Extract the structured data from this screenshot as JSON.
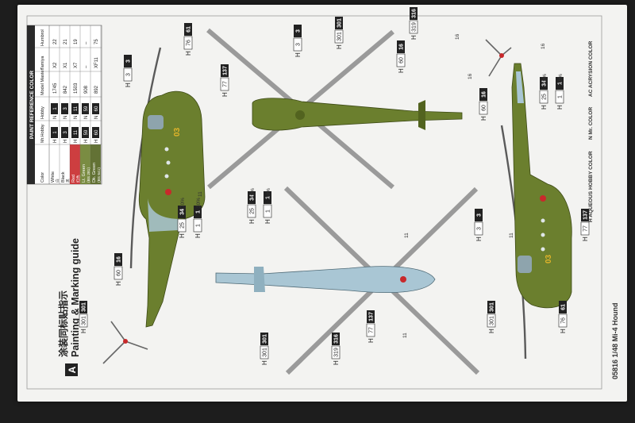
{
  "sheet_letter": "A",
  "title_cn": "涂装同标贴指示",
  "title_en": "Painting & Marking guide",
  "code_line": "05816 1/48  Mi-4 Hound",
  "legend": {
    "h_label": "H",
    "h_text": "AQUEOUS HOBBY COLOR",
    "n_label": "N",
    "n_text": "Mr. COLOR",
    "ac_label": "AC",
    "ac_text": "ACRYSION COLOR"
  },
  "table": {
    "heading": "PAINT REFERENCE COLOR",
    "columns": [
      "Color",
      "Mr.Hobby",
      "Hobby",
      "Model Master",
      "Tamiya",
      "Humbrol"
    ],
    "rows": [
      {
        "name": "White",
        "sub": "白",
        "h": "1",
        "n": "1",
        "mm": "1745",
        "tam": "X2",
        "hum": "22"
      },
      {
        "name": "Black",
        "sub": "黑",
        "h": "3",
        "n": "3",
        "mm": "842",
        "tam": "X1",
        "hum": "21"
      },
      {
        "name": "Red",
        "sub": "红色",
        "h": "11",
        "n": "11",
        "mm": "1503",
        "tam": "X7",
        "hum": "19"
      },
      {
        "name": "Lt. Green",
        "sub": "(BS 281)",
        "h": "59",
        "n": "59",
        "mm": "908",
        "tam": "–",
        "hum": "–"
      },
      {
        "name": "Dk. Green",
        "sub": "(BS 641)",
        "h": "60",
        "n": "60",
        "mm": "892",
        "tam": "XF11",
        "hum": "75"
      }
    ]
  },
  "callouts": {
    "h": "H",
    "c3": "3",
    "c11": "11",
    "c16": "16",
    "c25": "25",
    "c34": "34",
    "c1": "1",
    "c60": "60",
    "c76": "76",
    "c61": "61",
    "c77": "77",
    "c137": "137",
    "c301": "301",
    "c319": "319",
    "c316": "316",
    "p70": "70%",
    "p30": "30%"
  },
  "marking_number": "03",
  "colors": {
    "olive": "#6b7f2e",
    "olive_dark": "#52631f",
    "blue_grey": "#a9c6d4",
    "red": "#c8292b",
    "yellow": "#e1b42a",
    "paper": "#f3f3f1",
    "table_dark": "#2a2a2a"
  }
}
